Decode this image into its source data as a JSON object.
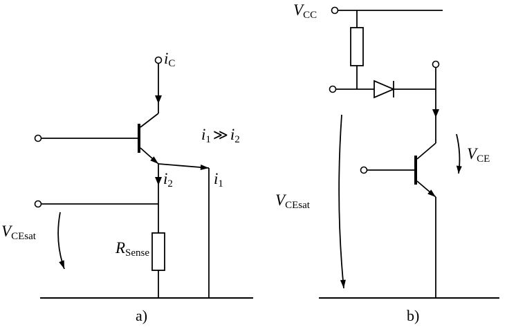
{
  "page": {
    "background": "#ffffff",
    "ink": "#000000"
  },
  "circuit_a": {
    "caption": "a)",
    "labels": {
      "ic": {
        "main": "i",
        "sub": "C"
      },
      "comparison": {
        "i1_main": "i",
        "i1_sub": "1",
        "op": "≫",
        "i2_main": "i",
        "i2_sub": "2"
      },
      "i2": {
        "main": "i",
        "sub": "2"
      },
      "i1": {
        "main": "i",
        "sub": "1"
      },
      "vcesat": {
        "main": "V",
        "sub": "CEsat"
      },
      "rsense": {
        "main": "R",
        "sub": "Sense"
      }
    }
  },
  "circuit_b": {
    "caption": "b)",
    "labels": {
      "vcc": {
        "main": "V",
        "sub": "CC"
      },
      "vce": {
        "main": "V",
        "sub": "CE"
      },
      "vcesat": {
        "main": "V",
        "sub": "CEsat"
      }
    }
  }
}
